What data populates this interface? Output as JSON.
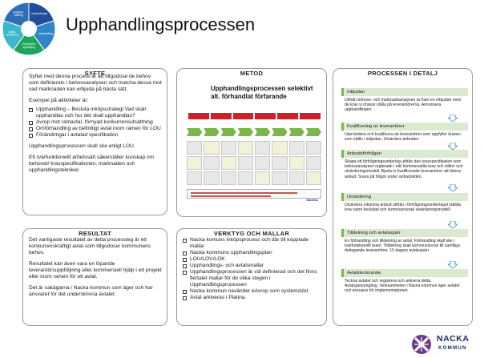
{
  "page_title": "Upphandlingsprocessen",
  "wheel": {
    "segments": [
      "Inköpsstrategi",
      "Upphandling",
      "Leverantörs-\nuppföljning",
      "Avtals-\nuppföljning",
      "Avtalsför-\nvaltning"
    ],
    "colors": [
      "#1f4e9c",
      "#2e86c9",
      "#1ea55a",
      "#3bb8c9",
      "#2f6fb8"
    ]
  },
  "syfte": {
    "heading": "SYFTE",
    "intro": "Syftet med denna process är att tillgodose de behov som definierats i behovsanalysen och matcha dessa mot vad marknaden kan erbjuda på bästa sätt.",
    "examples_label": "Exempel på aktiviteter är:",
    "items": [
      "Upphandling – Besluta inköpsstrategi:Vad skall upphandlas och hur det skall upphandlas?",
      "Avrop mot ramavtal, förnyad konkurrensutsättning",
      "Omförhandling av befintligt avtal inom ramen för LOU",
      "Förändringar i avtalad specifikation"
    ],
    "lou": "Upphandlingsprocessen skall ske enligt LOU.",
    "team": "Ett tvärfunktionellt arbetssätt säkerställer kunskap om behovet/ kravspecifikationen, marknaden och upphandlingstekniker."
  },
  "resultat": {
    "heading": "RESULTAT",
    "p1": "Det vanligaste resultatet av detta processteg är ett konkurrenskraftigt avtal som tillgodoser kommunens behov.",
    "p2": "Resultatet kan även vara en löpande leverantörsuppföljning eller kommersiell hjälp i ett projekt eller inom ramen för ett avtal.",
    "p3": "Det är sakägarna i Nacka kommun som äger och har ansvaret för det underskrivna avtalet."
  },
  "metod": {
    "heading": "METOD",
    "diagram_title": "Upphandlingsprocessen selektivt alt. förhandlat förfarande",
    "tag": "NACKA"
  },
  "verktyg": {
    "heading": "VERKTYG OCH MALLAR",
    "items": [
      "Nacka komuns inköpsprocess och där till kopplade mallar",
      "Nacka kommuns upphandlingsplan",
      "LOU/LOV/LOK",
      "Upphandlings- och avtalsmallar",
      "Upphandlingsprocessen är väl definierad och det finns flertalet mallar för de olika stegen i Upphandlingsprocessen",
      "Nacka kommun navänder eAvrop som systemstöd",
      "Avtal arkiveras i Platina."
    ]
  },
  "detalj": {
    "heading": "PROCESSEN I DETALJ",
    "steps": [
      {
        "title": "Inbjudan",
        "text": "Utifrån behovs- och marknadsanalysen ta fram en inbjudan med de krav vi önskar ställa på leverantörerna. Annonsera upphandlingen."
      },
      {
        "title": "Kvalificering av leverantörer",
        "text": "Utprvärdera och kvalificera de leverantörer som uppfyller kraven som ställs i inbjudan. Utvärdera anbuden"
      },
      {
        "title": "Anbudsförfrågan",
        "text": "Skapa ett förfrågningsunderlag utifrån den kravspecifikation som behovsanalysen reglerade i inkl kommersiella krav och villkor och utvärderingsmodell. Bjuda in kvalificerade leverantörer att lämna anbud. Svara på frågor under anbudstiden."
      },
      {
        "title": "Utvärdering",
        "text": "Utvärdera inkomna anbud utifrån i förfrågningsunderlaget ställda krav samt beslutad och kommunicerad utvärderingsmodell."
      },
      {
        "title": "Tilldelning och avtalsspärr",
        "text": "Ev förhandling och tilldelning av avtal. Förhandling skall ske i tvärfunktionellt team. Tilldelning skall kommuniceras till samtliga deltagande leverantörer. 10 dagars avtalsspärr"
      },
      {
        "title": "Avtalstecknande",
        "text": "Teckna avtalet och registrera och arkivera detta. Avtalsgenomgång. Verksamheten i Nacka kommun äger avtalet och ansvarar för implementationen."
      }
    ]
  },
  "brand": {
    "name": "NACKA",
    "sub": "KOMMUN",
    "color": "#1b2a66",
    "accent": "#6c3a8c",
    "green": "#7ab648",
    "red": "#c8252b"
  }
}
